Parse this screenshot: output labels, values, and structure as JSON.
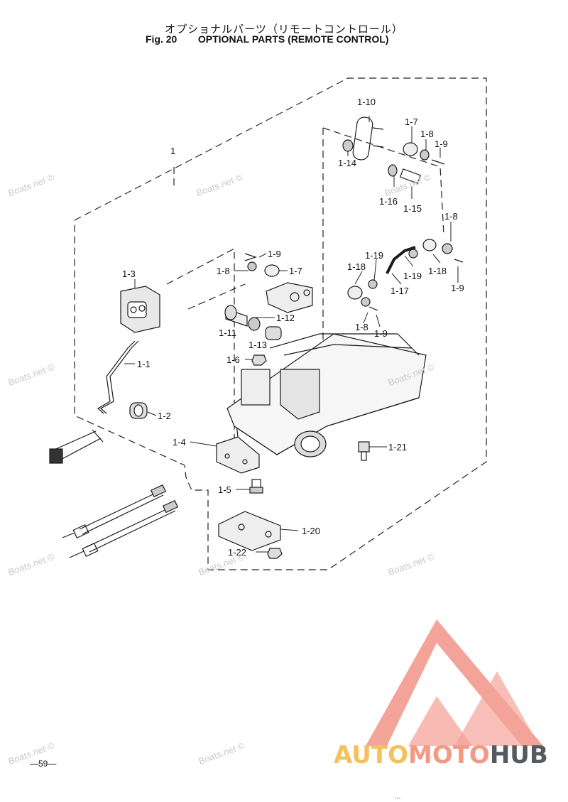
{
  "header": {
    "title_jp": "オプショナルパーツ（リモートコントロール）",
    "fig_label": "Fig. 20",
    "title_en": "OPTIONAL PARTS (REMOTE CONTROL)"
  },
  "labels": {
    "l1": "1",
    "l1_1": "1-1",
    "l1_2": "1-2",
    "l1_3": "1-3",
    "l1_4": "1-4",
    "l1_5": "1-5",
    "l1_6": "1-6",
    "l1_7a": "1-7",
    "l1_7b": "1-7",
    "l1_8a": "1-8",
    "l1_8b": "1-8",
    "l1_8c": "1-8",
    "l1_8d": "1-8",
    "l1_9a": "1-9",
    "l1_9b": "1-9",
    "l1_9c": "1-9",
    "l1_9d": "1-9",
    "l1_10": "1-10",
    "l1_11": "1-11",
    "l1_12": "1-12",
    "l1_13": "1-13",
    "l1_14": "1-14",
    "l1_15": "1-15",
    "l1_16": "1-16",
    "l1_17": "1-17",
    "l1_18a": "1-18",
    "l1_18b": "1-18",
    "l1_19a": "1-19",
    "l1_19b": "1-19",
    "l1_20": "1-20",
    "l1_21": "1-21",
    "l1_22": "1-22"
  },
  "watermark": "Boats.net ©",
  "page_number": "—59—",
  "logo": {
    "part1": "AUTO",
    "part2": "MOTO",
    "part3": "HUB",
    "color1": "#f6c15a",
    "color2": "#f39a86",
    "color3": "#555a5e"
  },
  "footer_mark": "..."
}
